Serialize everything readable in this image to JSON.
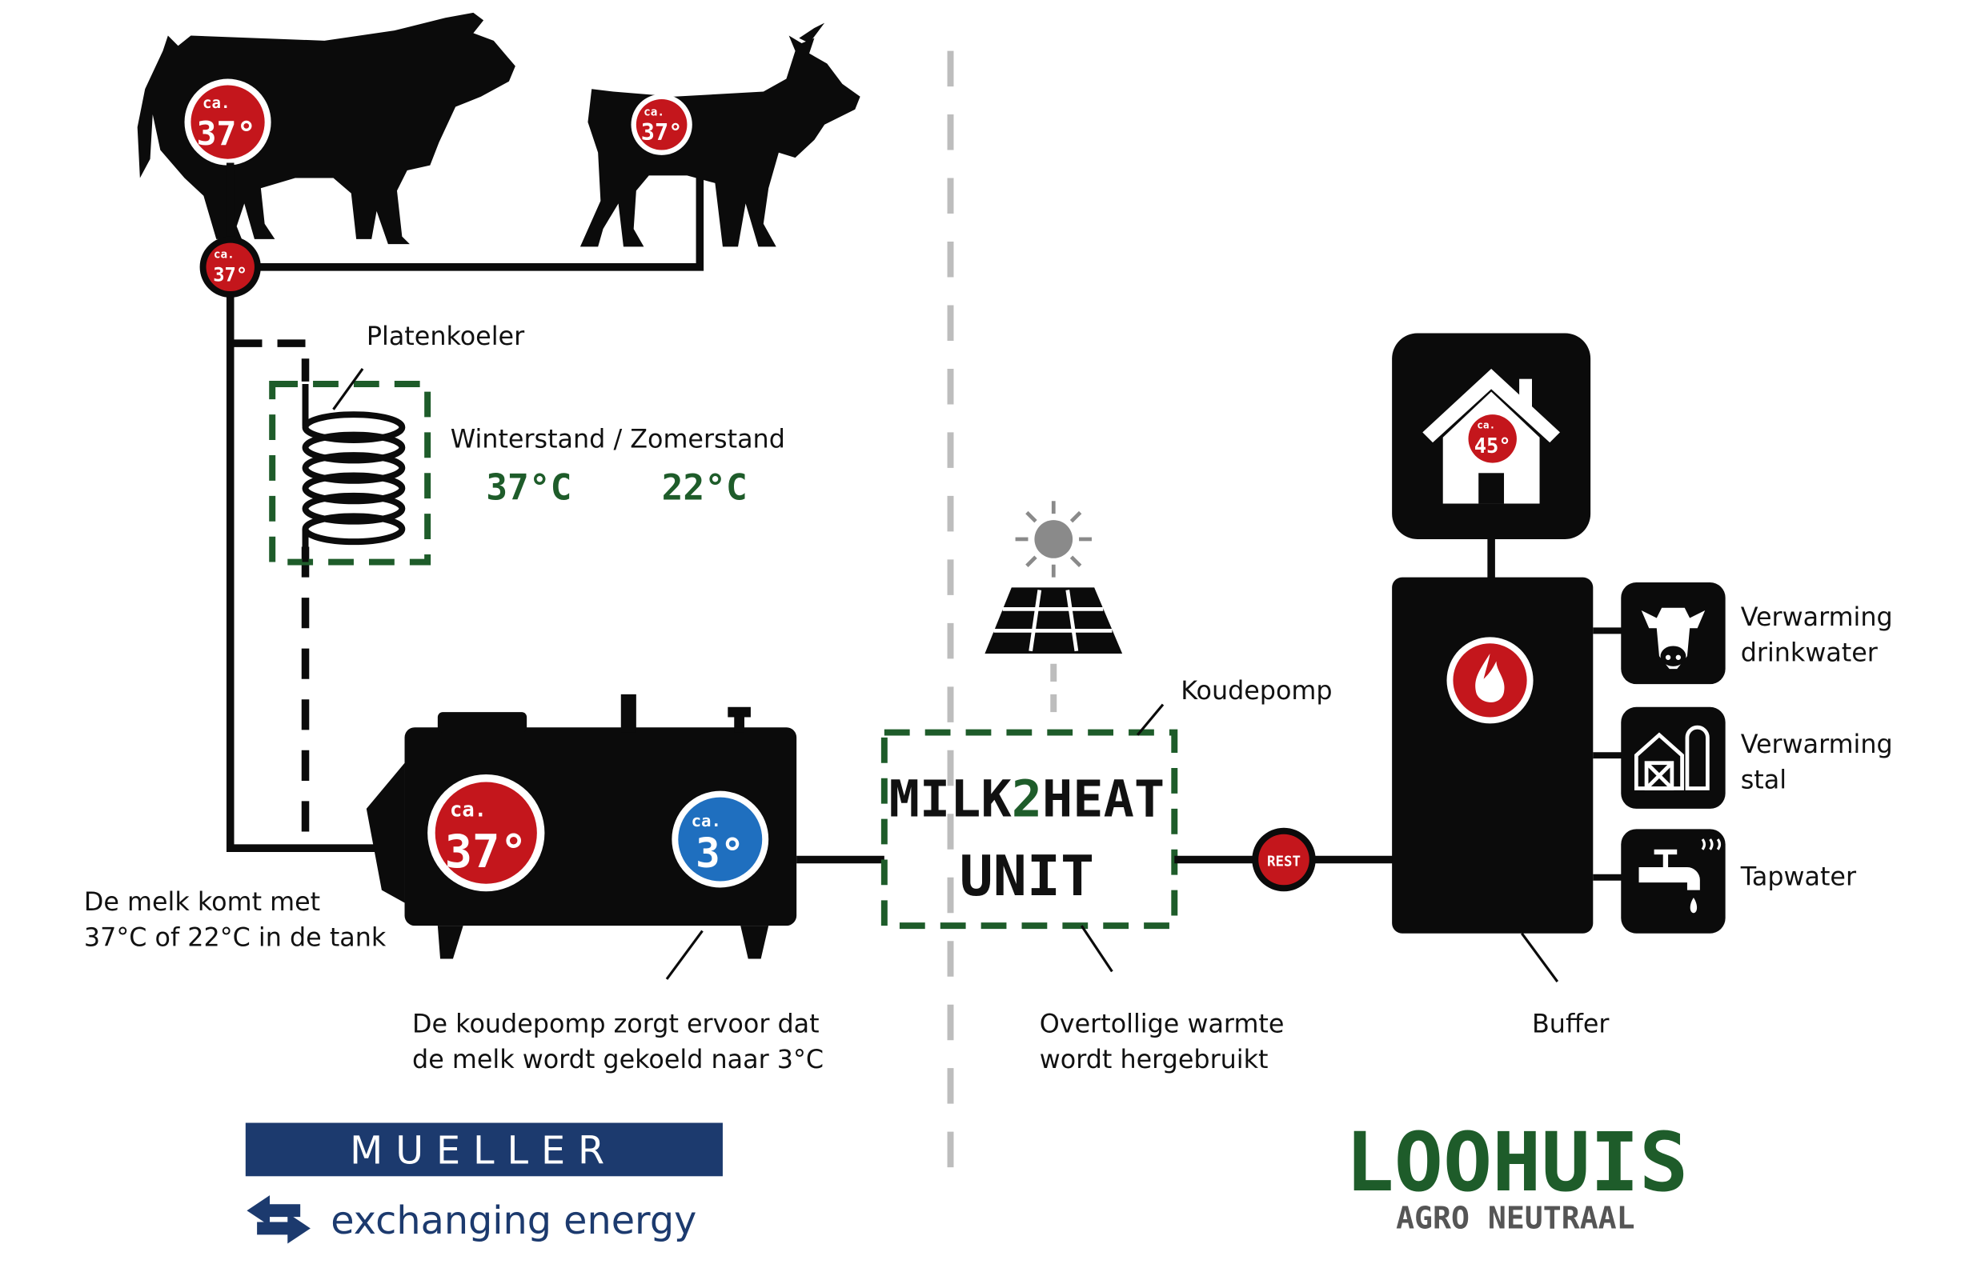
{
  "colors": {
    "black": "#0b0b0b",
    "red": "#c4161c",
    "blue": "#1f6fbf",
    "green": "#1e5c2a",
    "navy": "#1c3a6e",
    "grey": "#bfbfbf"
  },
  "badges": {
    "cow": {
      "prefix": "ca.",
      "value": "37°"
    },
    "goat": {
      "prefix": "ca.",
      "value": "37°"
    },
    "junction": {
      "prefix": "ca.",
      "value": "37°"
    },
    "tank_warm": {
      "prefix": "ca.",
      "value": "37°"
    },
    "tank_cold": {
      "prefix": "ca.",
      "value": "3°"
    },
    "house": {
      "prefix": "ca.",
      "value": "45°"
    },
    "rest": "REST"
  },
  "labels": {
    "platenkoeler": "Platenkoeler",
    "winter_summer": "Winterstand / Zomerstand",
    "winter_temp": "37°C",
    "summer_temp": "22°C",
    "koudepomp": "Koudepomp",
    "milk_in_line1": "De melk komt met",
    "milk_in_line2": "37°C of 22°C in de tank",
    "cooling_line1": "De koudepomp zorgt ervoor dat",
    "cooling_line2": "de melk wordt gekoeld naar 3°C",
    "heat_line1": "Overtollige warmte",
    "heat_line2": "wordt hergebruikt",
    "buffer": "Buffer",
    "drinkwater_line1": "Verwarming",
    "drinkwater_line2": "drinkwater",
    "stal_line1": "Verwarming",
    "stal_line2": "stal",
    "tapwater": "Tapwater"
  },
  "unit": {
    "line1_a": "MILK",
    "line1_b": "2",
    "line1_c": "HEAT",
    "line2": "UNIT"
  },
  "brands": {
    "mueller_logo": "MUELLER",
    "mueller_tagline": "exchanging energy",
    "loohuis_logo": "LOOHUIS",
    "loohuis_tagline": "AGRO NEUTRAAL"
  },
  "icons": [
    "cow-icon",
    "goat-icon",
    "house-icon",
    "sun-icon",
    "solar-panel-icon",
    "flame-icon",
    "cow-face-icon",
    "barn-icon",
    "tap-icon",
    "plate-cooler-coil-icon",
    "milk-tank-icon",
    "mueller-arrows-icon"
  ]
}
